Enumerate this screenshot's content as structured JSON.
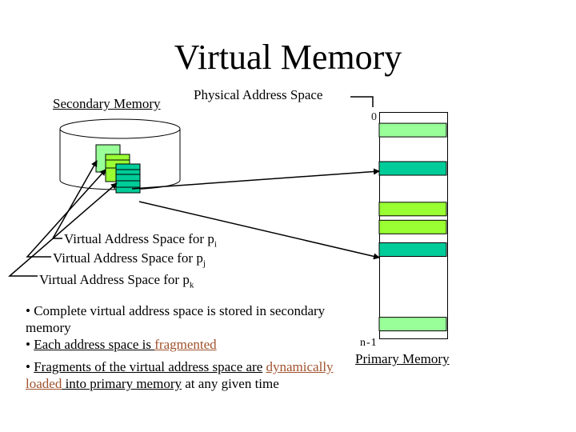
{
  "title": "Virtual Memory",
  "secondary_memory_label": "Secondary Memory",
  "physical_address_space_label": "Physical Address Space",
  "primary_memory_label": "Primary Memory",
  "address_zero": "0",
  "address_last": "n-1",
  "vas_prefix": "Virtual Address Space for p",
  "vas_subscripts": {
    "i": "i",
    "j": "j",
    "k": "k"
  },
  "bullets": {
    "b1": "• Complete virtual address space is stored in secondary memory",
    "b2_bullet": "• ",
    "b2_text1": "Each address space is ",
    "b2_text2": "fragmented",
    "b3_bullet": "• ",
    "b3_text1": "Fragments of the virtual address space are",
    "b3_text2": "dynamically loaded",
    "b3_text3": " into primary memory",
    "b3_text4": " at any given time"
  },
  "colors": {
    "light_green": "#99ff99",
    "bright_green": "#99ff33",
    "teal": "#00cc99",
    "emphasis": "#a0522d"
  },
  "memory_slots": [
    {
      "address_fraction": 0.08,
      "color": "light_green"
    },
    {
      "address_fraction": 0.25,
      "color": "teal"
    },
    {
      "address_fraction": 0.43,
      "color": "bright_green"
    },
    {
      "address_fraction": 0.51,
      "color": "bright_green"
    },
    {
      "address_fraction": 0.61,
      "color": "teal"
    },
    {
      "address_fraction": 0.94,
      "color": "light_green"
    }
  ]
}
